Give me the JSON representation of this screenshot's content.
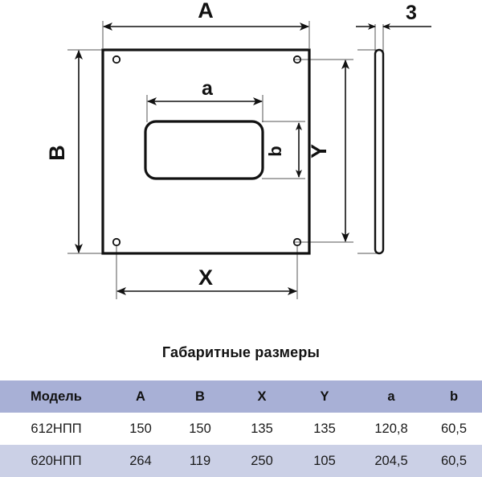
{
  "drawing": {
    "labels": {
      "width_top": "A",
      "height_left": "B",
      "inner_width": "a",
      "inner_height": "b",
      "hole_span_x": "X",
      "hole_span_y": "Y",
      "thickness": "3"
    }
  },
  "table": {
    "title": "Габаритные размеры",
    "headers": [
      "Модель",
      "A",
      "B",
      "X",
      "Y",
      "a",
      "b"
    ],
    "rows": [
      [
        "612НПП",
        "150",
        "150",
        "135",
        "135",
        "120,8",
        "60,5"
      ],
      [
        "620НПП",
        "264",
        "119",
        "250",
        "105",
        "204,5",
        "60,5"
      ]
    ]
  },
  "colors": {
    "header_band": "#a8b0d6",
    "row_alt": "#cbd0e6",
    "row_base": "#ffffff",
    "line": "#111111",
    "extension_line": "#555555"
  }
}
